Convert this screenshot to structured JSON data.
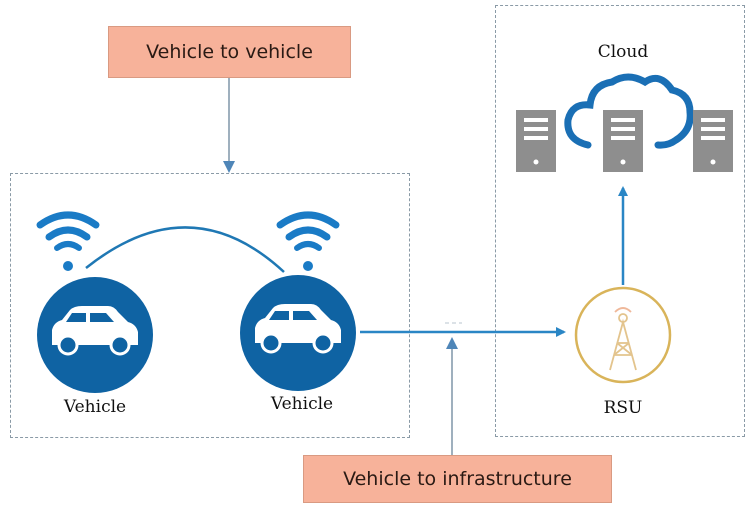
{
  "title_boxes": {
    "v2v": "Vehicle to vehicle",
    "v2i": "Vehicle to infrastructure"
  },
  "nodes": {
    "vehicle_left": {
      "label": "Vehicle",
      "icon": "car-icon",
      "signal_icon": "wifi-icon"
    },
    "vehicle_right": {
      "label": "Vehicle",
      "icon": "car-icon",
      "signal_icon": "wifi-icon"
    },
    "rsu": {
      "label": "RSU",
      "icon": "antenna-tower-icon"
    },
    "cloud": {
      "label": "Cloud",
      "icon": "cloud-icon",
      "servers": [
        "server-icon",
        "server-icon",
        "server-icon"
      ]
    }
  },
  "colors": {
    "vehicle_blue": "#0f63a3",
    "wifi_blue": "#1a7bc6",
    "arrow_blue": "#2a86c5",
    "connector_gray": "#6f8ca6",
    "label_fill": "#f7b29a",
    "server_gray": "#8e8e8e",
    "rsu_gold": "#d9b45a",
    "frame_gray": "#8a9aa6"
  },
  "edges": [
    {
      "from": "vehicle_left",
      "to": "vehicle_right",
      "type": "arc"
    },
    {
      "from": "vehicle_right",
      "to": "rsu",
      "type": "arrow"
    },
    {
      "from": "rsu",
      "to": "cloud",
      "type": "arrow"
    },
    {
      "from": "v2v_label",
      "to": "vehicles_group",
      "type": "arrow"
    },
    {
      "from": "v2i_label",
      "to": "vehicle_rsu_link",
      "type": "arrow"
    }
  ]
}
